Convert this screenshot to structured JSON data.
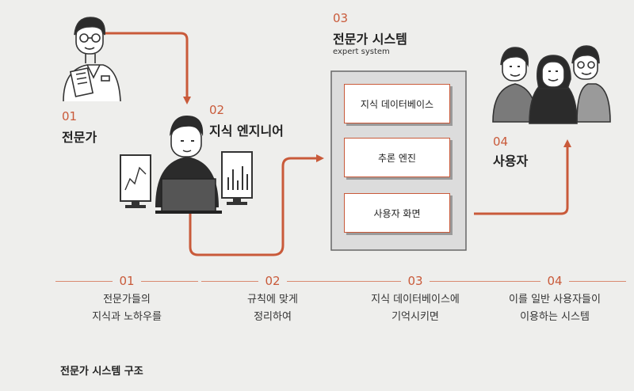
{
  "nodes": {
    "expert": {
      "num": "01",
      "label": "전문가"
    },
    "engineer": {
      "num": "02",
      "label": "지식 엔지니어"
    },
    "system": {
      "num": "03",
      "label": "전문가 시스템",
      "sublabel": "expert system",
      "components": [
        "지식 데이터베이스",
        "추론 엔진",
        "사용자 화면"
      ]
    },
    "users": {
      "num": "04",
      "label": "사용자"
    }
  },
  "steps": [
    {
      "num": "01",
      "lines": [
        "전문가들의",
        "지식과 노하우를"
      ]
    },
    {
      "num": "02",
      "lines": [
        "규칙에 맞게",
        "정리하여"
      ]
    },
    {
      "num": "03",
      "lines": [
        "지식 데이터베이스에",
        "기억시키면"
      ]
    },
    {
      "num": "04",
      "lines": [
        "이를 일반 사용자들이",
        "이용하는 시스템"
      ]
    }
  ],
  "caption": "전문가 시스템 구조",
  "colors": {
    "accent": "#c95a3a",
    "background": "#eeeeec",
    "box": "#dcdcdc"
  }
}
